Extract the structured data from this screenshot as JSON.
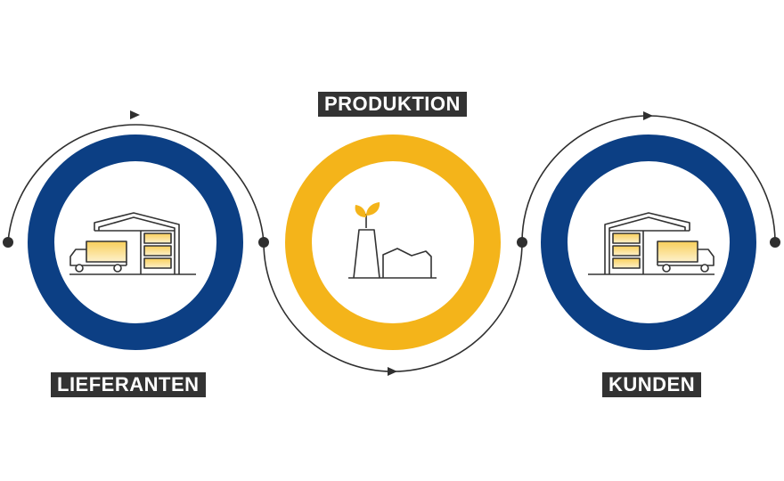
{
  "labels": {
    "produktion": "PRODUKTION",
    "lieferanten": "LIEFERANTEN",
    "kunden": "KUNDEN"
  },
  "colors": {
    "blue_ring": "#0c3f84",
    "yellow_ring": "#f4b41a",
    "label_background": "#333333",
    "line": "#2f2f2f",
    "box_fill": "#f6c23e"
  },
  "icons": [
    "warehouse-truck-icon",
    "factory-plant-icon",
    "warehouse-truck-icon"
  ]
}
